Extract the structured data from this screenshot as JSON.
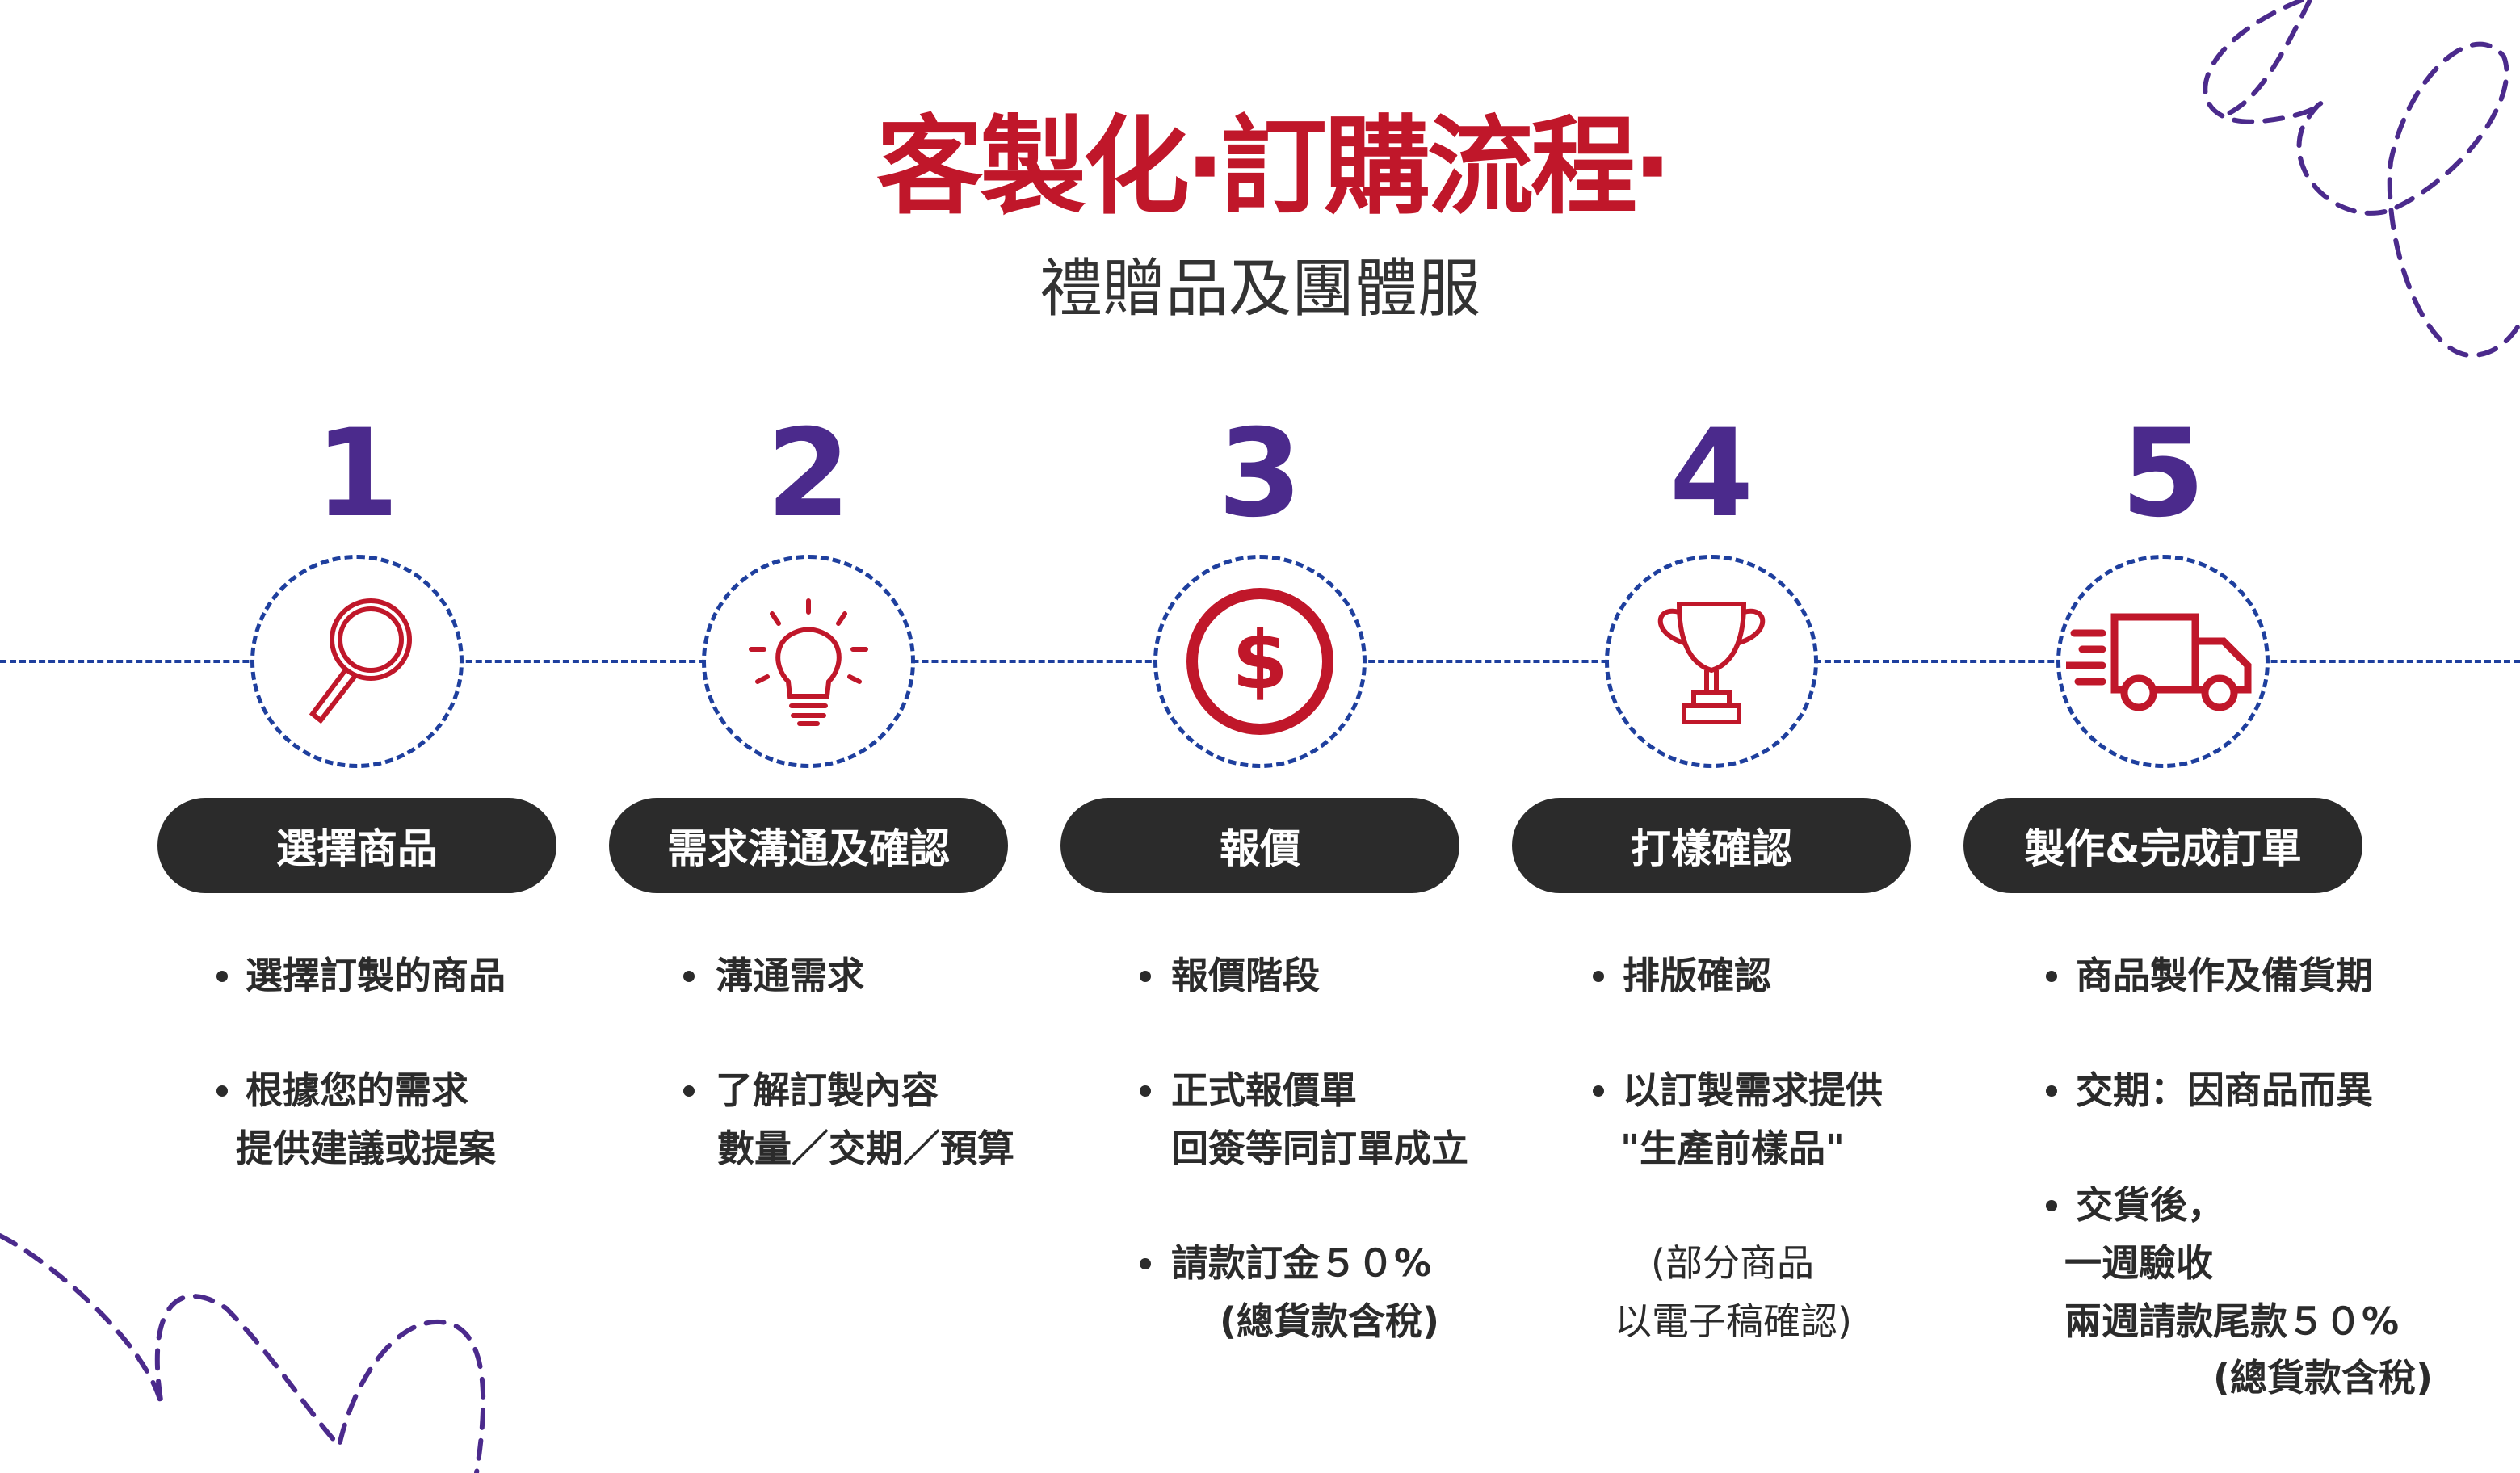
{
  "title": "客製化‧訂購流程‧",
  "subtitle": "禮贈品及團體服",
  "colors": {
    "accent": "#c0172a",
    "number": "#4b2a8c",
    "line": "#1e3f9e",
    "pill": "#2b2b2b"
  },
  "steps": [
    {
      "number": "1",
      "icon": "magnifier-icon",
      "label": "選擇商品",
      "lines": [
        "選擇訂製的商品",
        "根據您的需求",
        "提供建議或提案"
      ]
    },
    {
      "number": "2",
      "icon": "lightbulb-icon",
      "label": "需求溝通及確認",
      "lines": [
        "溝通需求",
        "了解訂製內容",
        "數量／交期／預算"
      ]
    },
    {
      "number": "3",
      "icon": "dollar-icon",
      "label": "報價",
      "lines": [
        "報價階段",
        "正式報價單",
        "回簽等同訂單成立",
        "請款訂金５０%",
        "(總貨款含稅)"
      ]
    },
    {
      "number": "4",
      "icon": "trophy-icon",
      "label": "打樣確認",
      "lines": [
        "排版確認",
        "以訂製需求提供",
        "\"生產前樣品\"",
        "(部分商品",
        "以電子稿確認)"
      ]
    },
    {
      "number": "5",
      "icon": "truck-icon",
      "label": "製作&完成訂單",
      "lines": [
        "商品製作及備貨期",
        "交期：因商品而異",
        "交貨後，",
        "一週驗收",
        "兩週請款尾款５０%",
        "(總貨款含稅)"
      ]
    }
  ]
}
